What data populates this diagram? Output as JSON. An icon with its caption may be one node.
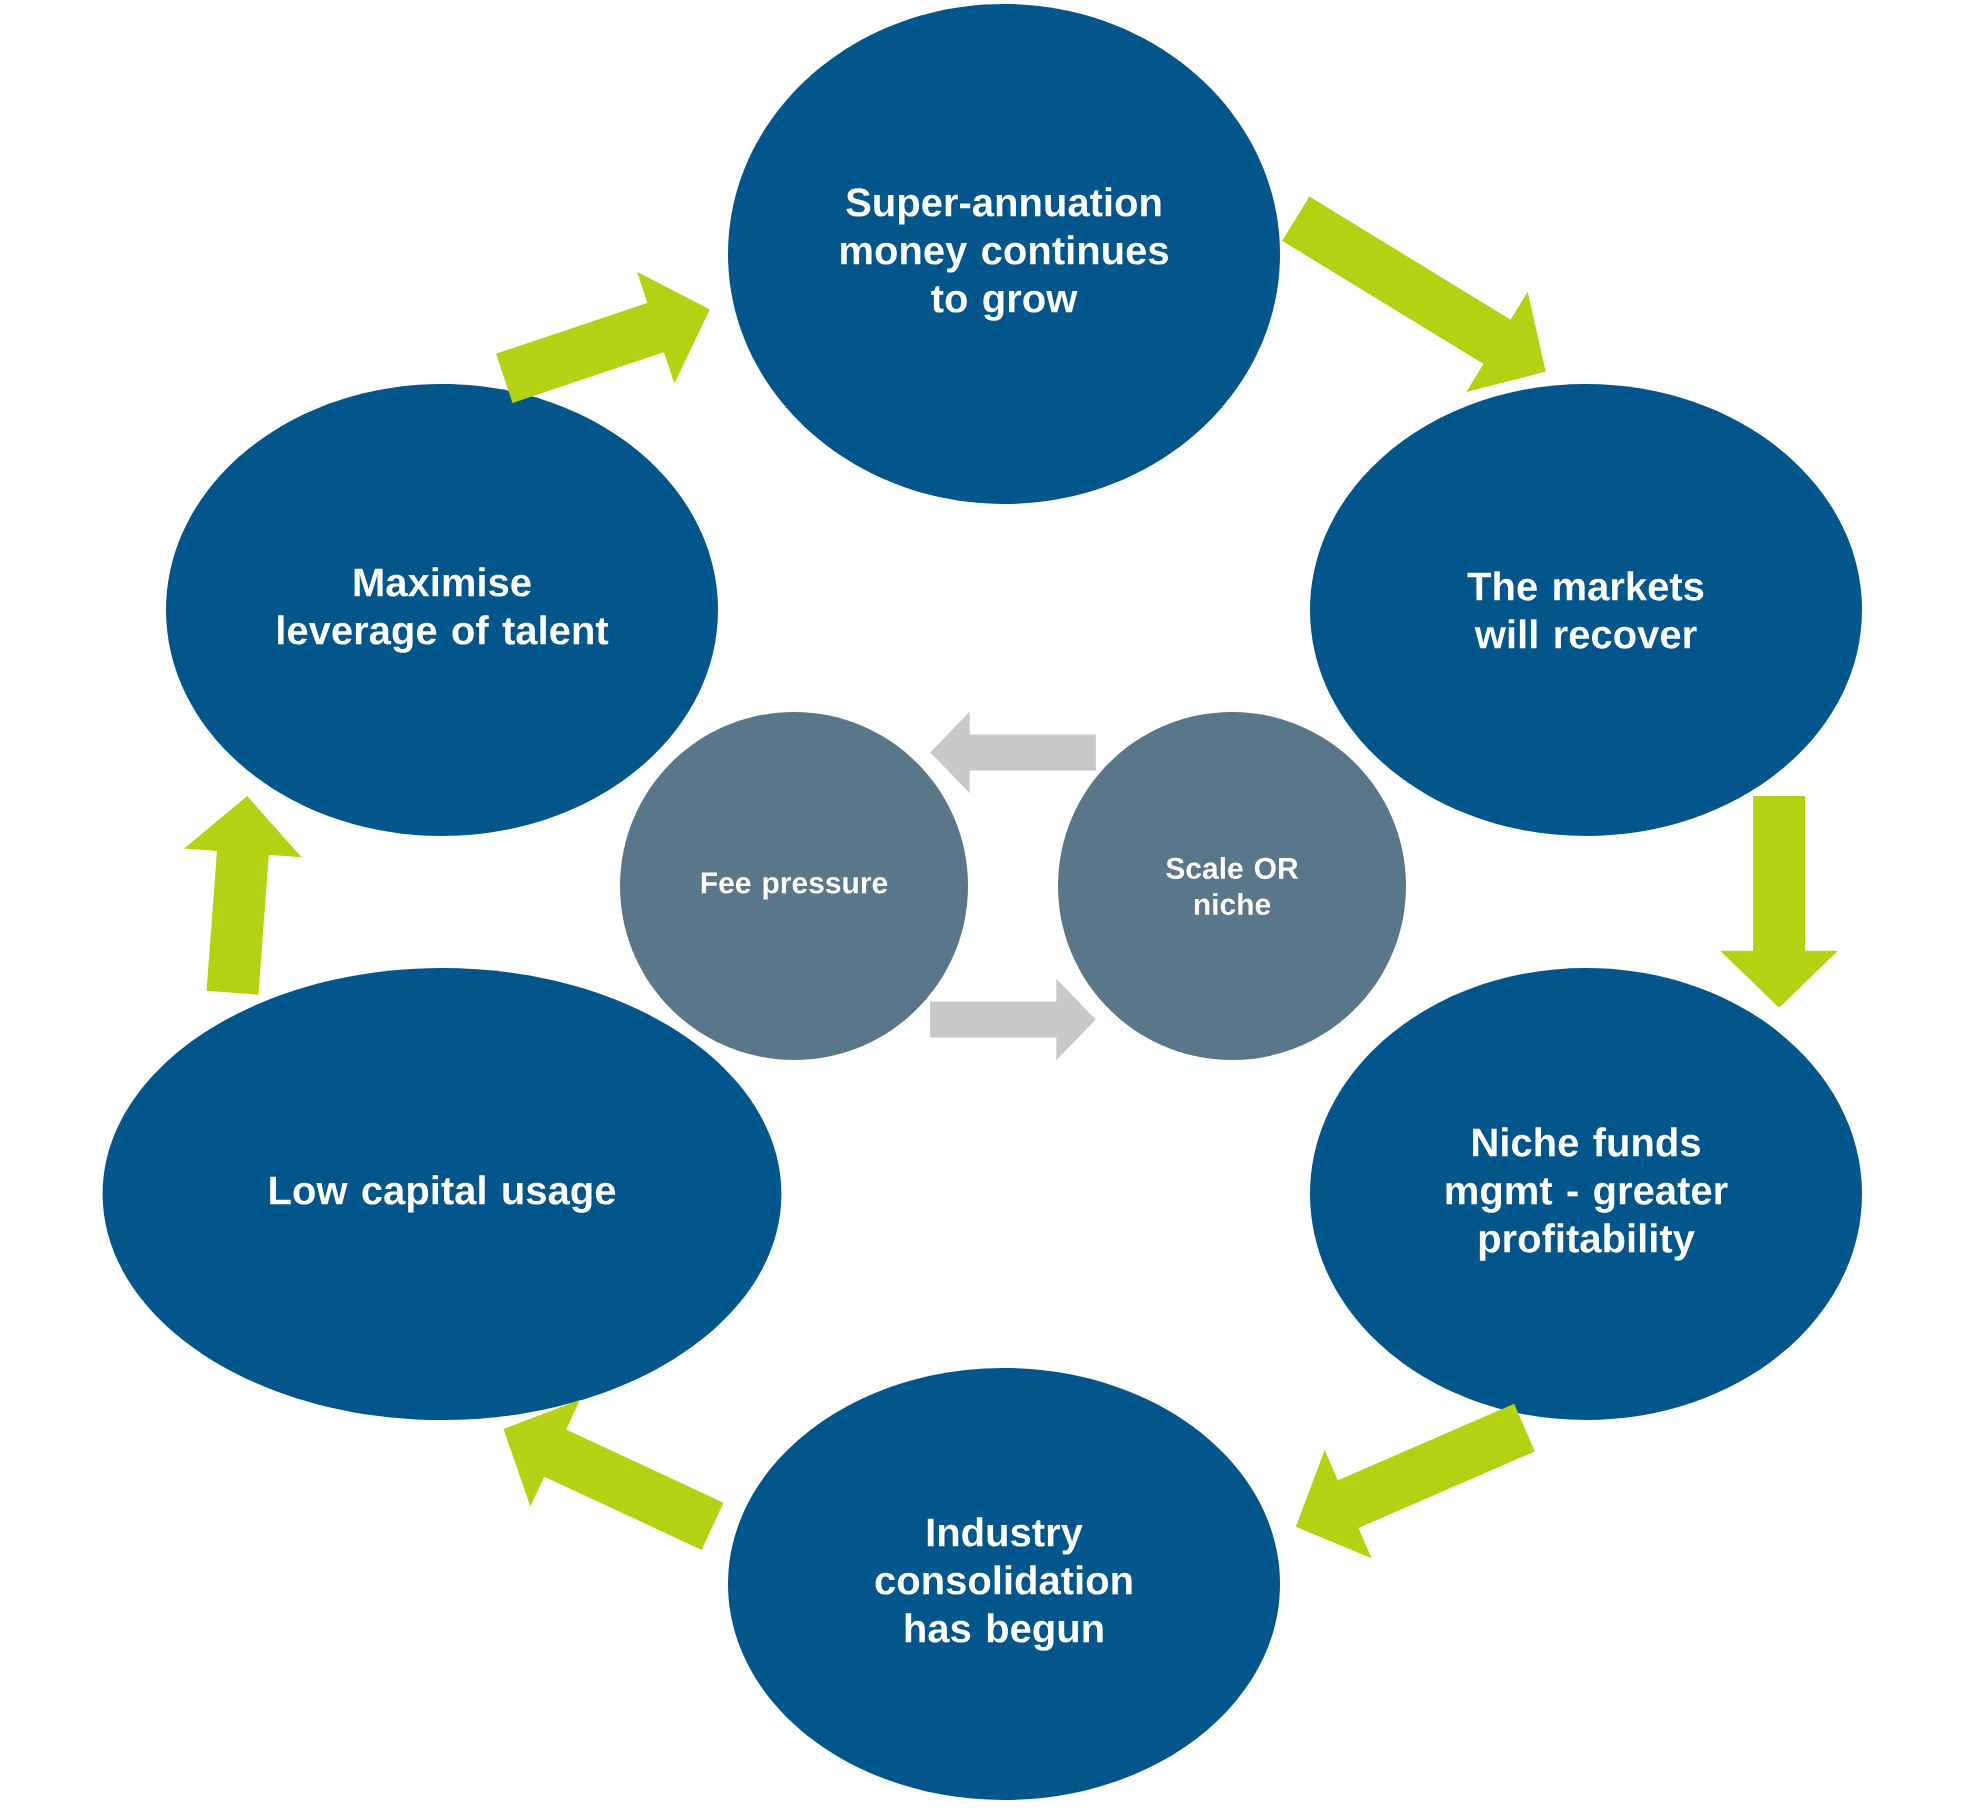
{
  "diagram": {
    "nodes": [
      {
        "text": [
          "Super-annuation money continues to grow"
        ]
      },
      {
        "text": [
          "The markets will recover"
        ]
      },
      {
        "text": [
          "Niche funds mgmt - greater profitability"
        ]
      },
      {
        "text": [
          "Industry consolidation has begun"
        ]
      },
      {
        "text": [
          "Low capital usage"
        ]
      },
      {
        "text": [
          "Maximise leverage of talent"
        ]
      },
      {
        "text": [
          "Fee pressure"
        ]
      },
      {
        "text": [
          "Scale OR niche"
        ]
      }
    ],
    "edges": [
      {
        "from": 0,
        "to": 1,
        "arrow": "to"
      },
      {
        "from": 1,
        "to": 2,
        "arrow": "to"
      },
      {
        "from": 2,
        "to": 3,
        "arrow": "to"
      },
      {
        "from": 3,
        "to": 4,
        "arrow": "to"
      },
      {
        "from": 4,
        "to": 5,
        "arrow": "to"
      },
      {
        "from": 5,
        "to": 0,
        "arrow": "to"
      },
      {
        "from": 7,
        "to": 6,
        "arrow": "to",
        "color": "#c8c8c8"
      },
      {
        "from": 6,
        "to": 7,
        "arrow": "to",
        "color": "#c8c8c8"
      }
    ]
  }
}
